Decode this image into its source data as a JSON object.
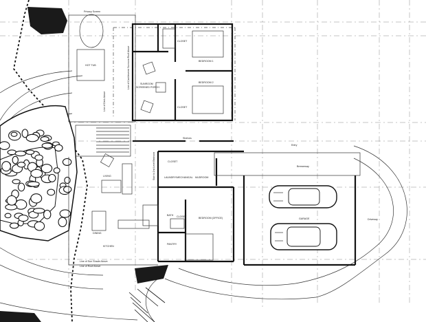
{
  "labels": {
    "privacy_screen": "Privacy Screen",
    "hot_tub": "HOT TUB",
    "bedroom_1": "BEDROOM 1",
    "bedroom_2": "BEDROOM 2",
    "closet_1": "CLOSET",
    "closet_2": "CLOSET",
    "closet_3": "CLOSET",
    "closet_4": "CLOSET",
    "screened_porch": "SCREENED PORCH",
    "sunroom": "SUNROOM",
    "outline_sunroom": "Line of Cantilevered Sunroom Roof Above",
    "outline_deck": "Line of Deck Above",
    "entry": "Entry",
    "laundry": "LAUNDRY/MECHANICAL",
    "mudroom": "MUDROOM",
    "shelves": "Shelves",
    "dining": "DINING",
    "living": "LIVING",
    "kitchen": "KITCHEN",
    "bath": "BATH",
    "pantry": "PANTRY",
    "bedroom_office": "BEDROOM (OFFICE)",
    "breezeway": "Breezeway",
    "garage": "GARAGE",
    "driveway": "Driveway",
    "stair": "Stair to 2nd Level Bedroom",
    "outline_sun": "Line of Sun Shade Above",
    "outline_roof": "Line of Roof Above"
  }
}
